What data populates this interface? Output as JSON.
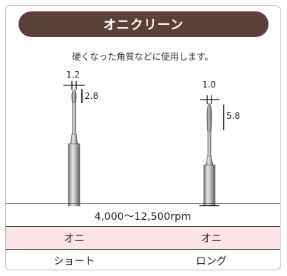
{
  "title": "オニクリーン",
  "description": "硬くなった角質などに使用します。",
  "tools": [
    {
      "diameter": "1.2",
      "length": "2.8"
    },
    {
      "diameter": "1.0",
      "length": "5.8"
    }
  ],
  "speed": "4,000〜12,500rpm",
  "rows": [
    [
      "オニ",
      "オニ"
    ],
    [
      "ショート",
      "ロング"
    ]
  ],
  "colors": {
    "title_bg": "#5a4039",
    "highlight_row": "#fbe3e6"
  }
}
